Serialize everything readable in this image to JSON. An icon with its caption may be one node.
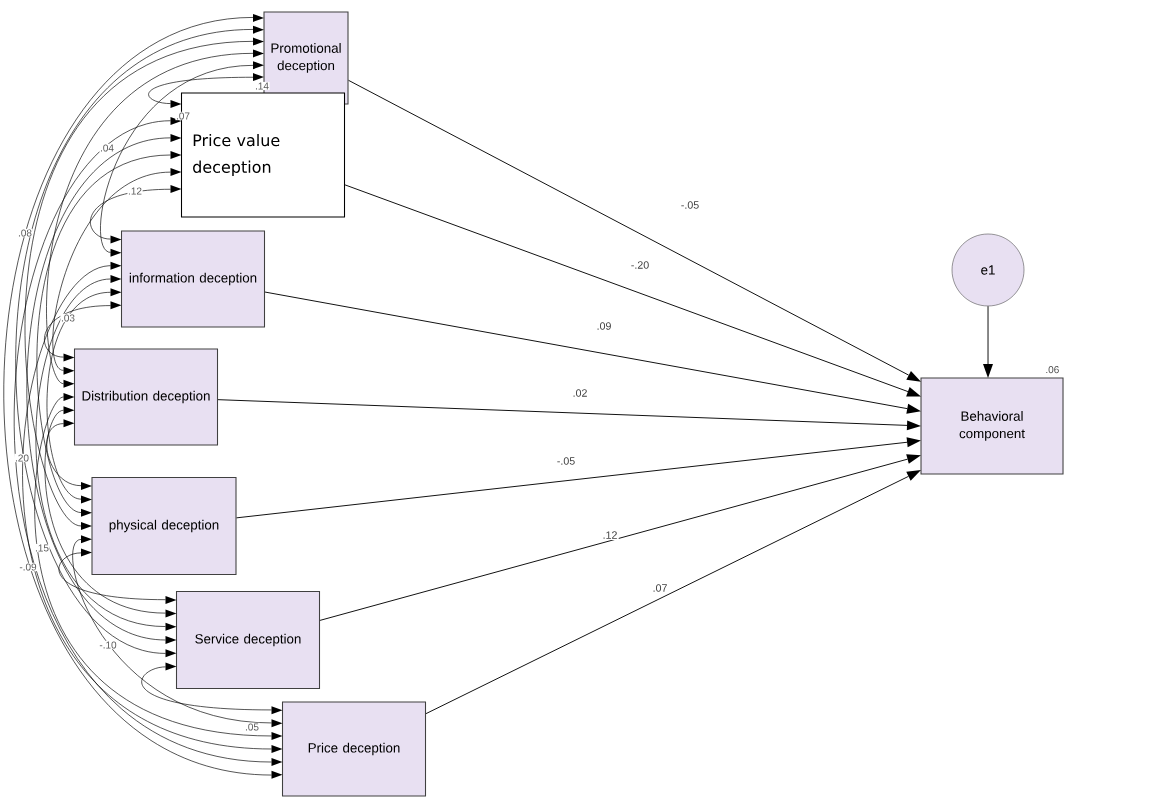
{
  "diagram": {
    "nodes": [
      {
        "text": [
          "Promotional deception"
        ]
      },
      {
        "text": [
          "Price value deception"
        ]
      },
      {
        "text": [
          "information deception"
        ]
      },
      {
        "text": [
          "Distribution deception"
        ]
      },
      {
        "text": [
          "physical deception"
        ]
      },
      {
        "text": [
          "Service deception"
        ]
      },
      {
        "text": [
          "Price deception"
        ]
      },
      {
        "text": [
          "e1"
        ]
      },
      {
        "text": [
          "Behavioral component"
        ],
        "beside": [
          ".06"
        ]
      }
    ],
    "edges": [
      {
        "from": 0,
        "to": 8,
        "arrow": "to",
        "label": "-.05"
      },
      {
        "from": 1,
        "to": 8,
        "arrow": "to",
        "label": "-.20"
      },
      {
        "from": 2,
        "to": 8,
        "arrow": "to",
        "label": ".09"
      },
      {
        "from": 3,
        "to": 8,
        "arrow": "to",
        "label": ".02"
      },
      {
        "from": 4,
        "to": 8,
        "arrow": "to",
        "label": "-.05"
      },
      {
        "from": 5,
        "to": 8,
        "arrow": "to",
        "label": ".12"
      },
      {
        "from": 6,
        "to": 8,
        "arrow": "to",
        "label": ".07"
      },
      {
        "from": 7,
        "to": 8,
        "arrow": "to"
      },
      {
        "from": 0,
        "to": 1,
        "arrow": "both"
      },
      {
        "from": 0,
        "to": 2,
        "arrow": "both"
      },
      {
        "from": 0,
        "to": 3,
        "arrow": "both"
      },
      {
        "from": 0,
        "to": 4,
        "arrow": "both"
      },
      {
        "from": 0,
        "to": 5,
        "arrow": "both"
      },
      {
        "from": 0,
        "to": 6,
        "arrow": "both"
      },
      {
        "from": 1,
        "to": 2,
        "arrow": "both"
      },
      {
        "from": 1,
        "to": 3,
        "arrow": "both"
      },
      {
        "from": 1,
        "to": 4,
        "arrow": "both"
      },
      {
        "from": 1,
        "to": 5,
        "arrow": "both"
      },
      {
        "from": 1,
        "to": 6,
        "arrow": "both"
      },
      {
        "from": 2,
        "to": 3,
        "arrow": "both"
      },
      {
        "from": 2,
        "to": 4,
        "arrow": "both"
      },
      {
        "from": 2,
        "to": 5,
        "arrow": "both"
      },
      {
        "from": 2,
        "to": 6,
        "arrow": "both"
      },
      {
        "from": 3,
        "to": 4,
        "arrow": "both"
      },
      {
        "from": 3,
        "to": 5,
        "arrow": "both"
      },
      {
        "from": 3,
        "to": 6,
        "arrow": "both"
      },
      {
        "from": 4,
        "to": 5,
        "arrow": "both"
      },
      {
        "from": 4,
        "to": 6,
        "arrow": "both"
      },
      {
        "from": 5,
        "to": 6,
        "arrow": "both"
      }
    ],
    "labels": [
      ".14",
      ".07",
      ".04",
      ".12",
      ".08",
      ".03",
      ".20",
      ".15",
      "-.09",
      "-.10",
      ".05"
    ]
  }
}
